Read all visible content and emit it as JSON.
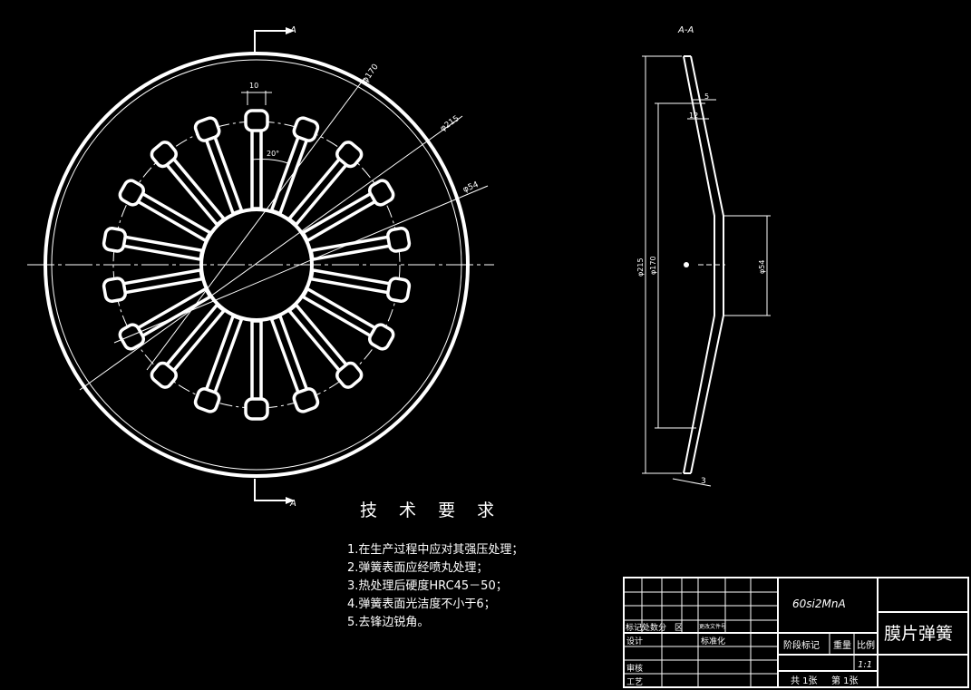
{
  "section": {
    "marker": "A",
    "label": "A-A"
  },
  "dimensions": {
    "slot_width": "10",
    "pitch_angle": "20°",
    "dia_170": "φ170",
    "dia_215": "φ215",
    "dia_54": "φ54",
    "thickness": "5",
    "offset_12": "12",
    "bottom_3": "3",
    "side_215": "φ215",
    "side_170": "φ170",
    "side_54": "φ54"
  },
  "requirements": {
    "title": "技 术 要 求",
    "items": [
      "1.在生产过程中应对其强压处理；",
      "2.弹簧表面应经喷丸处理；",
      "3.热处理后硬度HRC45－50；",
      "4.弹簧表面光洁度不小于6；",
      "5.去锋边锐角。"
    ]
  },
  "title_block": {
    "material": "60si2MnA",
    "part_name": "膜片弹簧",
    "rev_header": "标记处数分　区",
    "change_doc": "更改文件号",
    "design": "设计",
    "standardize": "标准化",
    "review": "审核",
    "process": "工艺",
    "stage_mark": "阶段标记",
    "weight": "重量",
    "scale_label": "比例",
    "scale_value": "1:1",
    "sheet_total": "共 1张",
    "sheet_no": "第 1张"
  }
}
